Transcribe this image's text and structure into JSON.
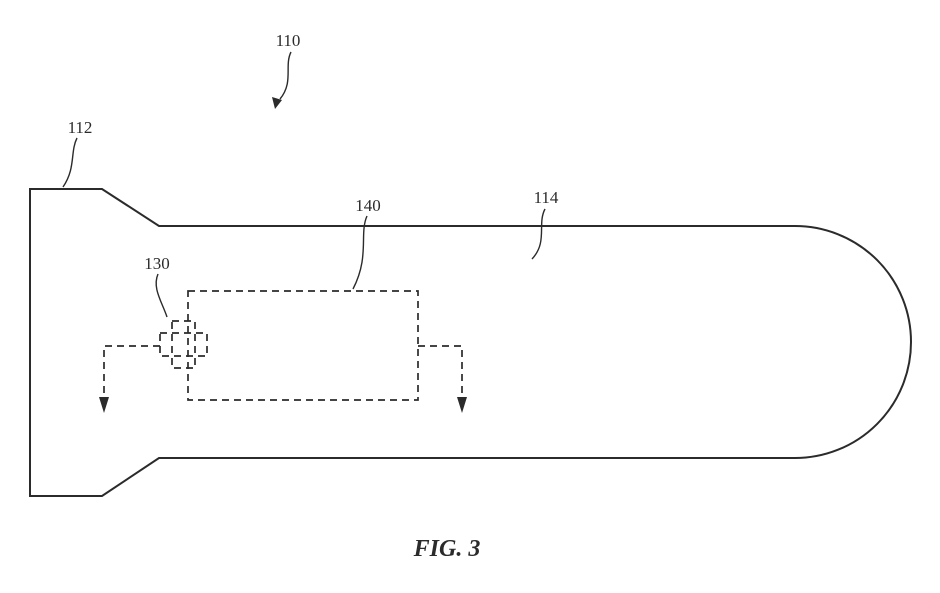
{
  "figure": {
    "caption": "FIG. 3",
    "ink_color": "#2b2b2b",
    "background_color": "#ffffff",
    "labels": {
      "device": "110",
      "flared_end": "112",
      "housing_body": "114",
      "component": "130",
      "module": "140"
    }
  }
}
